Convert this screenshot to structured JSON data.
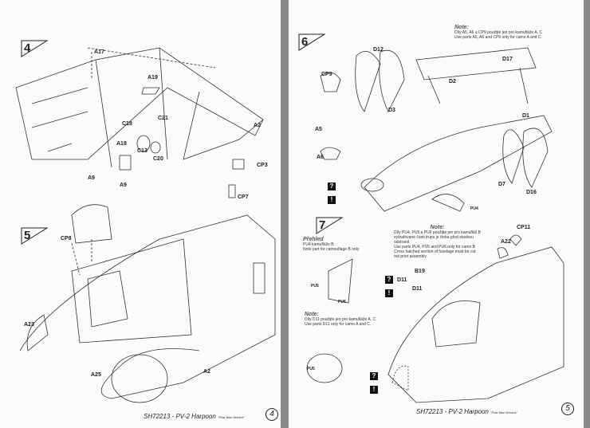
{
  "left_page": {
    "steps": [
      "4",
      "5"
    ],
    "parts_step4": [
      "A17",
      "A19",
      "C18",
      "C21",
      "A2",
      "A18",
      "C13",
      "C20",
      "A9",
      "A9",
      "CP3",
      "CP7"
    ],
    "parts_step5": [
      "CP8",
      "A23",
      "A25",
      "A2"
    ],
    "footer": {
      "code": "SH72213 - PV-2 Harpoon",
      "subtitle": "\"Post War Service\"",
      "page": "4"
    }
  },
  "right_page": {
    "steps": [
      "6",
      "7"
    ],
    "note6": {
      "title": "Note:",
      "lines": [
        "Díly A5, A6 a CP9 použijte jen pro kamufláže A, C",
        "Use parts A5, A6 and CP9 only for camo A and C."
      ]
    },
    "parts_step6": [
      "D12",
      "CP9",
      "D17",
      "D2",
      "D3",
      "D1",
      "A5",
      "A6",
      "D7",
      "D16",
      "PU4"
    ],
    "parts_step7": [
      "CP11",
      "A22",
      "B19",
      "D11",
      "D11",
      "PU5",
      "PU6",
      "PU5"
    ],
    "overview": {
      "title": "Přehled",
      "lines": [
        "PU4 kamufláže B",
        "Note part for camouflage B only"
      ]
    },
    "note7": {
      "title": "Note:",
      "lines": [
        "Díly PU4, PU5 a PU6 použijte jen pro kamufláž B",
        "vyšrafované části trupu je třeba před stavbou",
        "odstranit",
        "Use parts PU4, PU5 and PU6 only for camo B",
        "Cross hatched section of fuselage must be cut",
        "out prior assembly."
      ]
    },
    "note_d11": {
      "title": "Note:",
      "lines": [
        "Díly D11 použijte jen pro kamufláže A, C.",
        "Use parts D11 only for camo A and C."
      ]
    },
    "warn_icons": [
      "?",
      "!"
    ],
    "footer": {
      "code": "SH72213 - PV-2 Harpoon",
      "subtitle": "\"Post War Service\"",
      "page": "5"
    }
  }
}
